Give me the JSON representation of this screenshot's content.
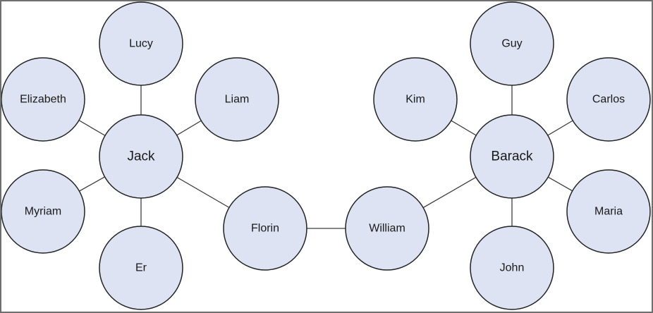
{
  "graph": {
    "nodes": [
      {
        "id": "jack",
        "label": "Jack"
      },
      {
        "id": "lucy",
        "label": "Lucy"
      },
      {
        "id": "elizabeth",
        "label": "Elizabeth"
      },
      {
        "id": "liam",
        "label": "Liam"
      },
      {
        "id": "myriam",
        "label": "Myriam"
      },
      {
        "id": "er",
        "label": "Er"
      },
      {
        "id": "florin",
        "label": "Florin"
      },
      {
        "id": "william",
        "label": "William"
      },
      {
        "id": "barack",
        "label": "Barack"
      },
      {
        "id": "guy",
        "label": "Guy"
      },
      {
        "id": "kim",
        "label": "Kim"
      },
      {
        "id": "carlos",
        "label": "Carlos"
      },
      {
        "id": "maria",
        "label": "Maria"
      },
      {
        "id": "john",
        "label": "John"
      }
    ],
    "edges": [
      [
        "jack",
        "lucy"
      ],
      [
        "jack",
        "elizabeth"
      ],
      [
        "jack",
        "liam"
      ],
      [
        "jack",
        "myriam"
      ],
      [
        "jack",
        "er"
      ],
      [
        "jack",
        "florin"
      ],
      [
        "florin",
        "william"
      ],
      [
        "william",
        "barack"
      ],
      [
        "barack",
        "guy"
      ],
      [
        "barack",
        "kim"
      ],
      [
        "barack",
        "carlos"
      ],
      [
        "barack",
        "maria"
      ],
      [
        "barack",
        "john"
      ]
    ]
  }
}
